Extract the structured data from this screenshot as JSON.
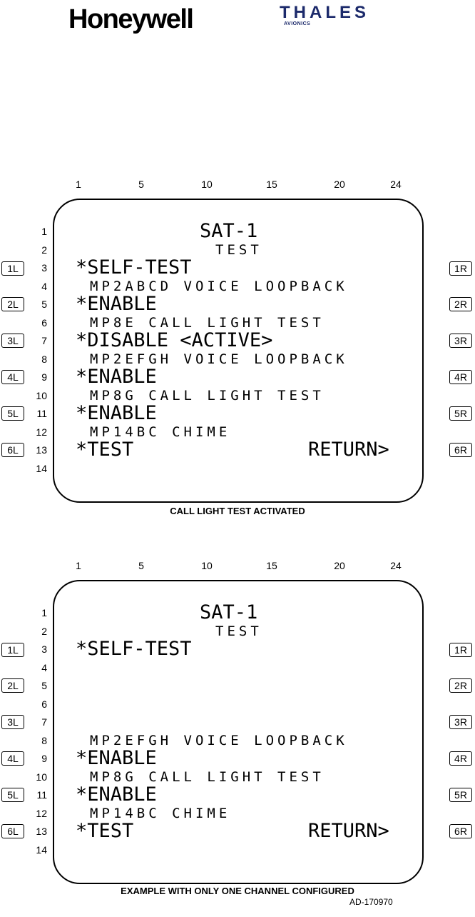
{
  "header": {
    "logo_left": "Honeywell",
    "logo_right": "THALES",
    "logo_right_sub": "AVIONICS"
  },
  "columns": [
    "1",
    "5",
    "10",
    "15",
    "20",
    "24"
  ],
  "rows": [
    "1",
    "2",
    "3",
    "4",
    "5",
    "6",
    "7",
    "8",
    "9",
    "10",
    "11",
    "12",
    "13",
    "14"
  ],
  "left_keys": [
    "1L",
    "2L",
    "3L",
    "4L",
    "5L",
    "6L"
  ],
  "right_keys": [
    "1R",
    "2R",
    "3R",
    "4R",
    "5R",
    "6R"
  ],
  "panels": [
    {
      "caption": "CALL LIGHT TEST ACTIVATED",
      "title": "SAT-1",
      "subtitle": "TEST",
      "line3": "*SELF-TEST",
      "line4": "MP2ABCD VOICE LOOPBACK",
      "line5": "*ENABLE",
      "line6": "MP8E CALL LIGHT TEST",
      "line7": "*DISABLE <ACTIVE>",
      "line8": "MP2EFGH VOICE LOOPBACK",
      "line9": "*ENABLE",
      "line10": "MP8G CALL LIGHT TEST",
      "line11": "*ENABLE",
      "line12": "MP14BC CHIME",
      "line13_left": "*TEST",
      "line13_right": "RETURN>"
    },
    {
      "caption": "EXAMPLE WITH ONLY ONE CHANNEL CONFIGURED",
      "title": "SAT-1",
      "subtitle": "TEST",
      "line3": "*SELF-TEST",
      "line8": "MP2EFGH VOICE LOOPBACK",
      "line9": "*ENABLE",
      "line10": "MP8G CALL LIGHT TEST",
      "line11": "*ENABLE",
      "line12": "MP14BC CHIME",
      "line13_left": "*TEST",
      "line13_right": "RETURN>"
    }
  ],
  "doc_id": "AD-170970"
}
